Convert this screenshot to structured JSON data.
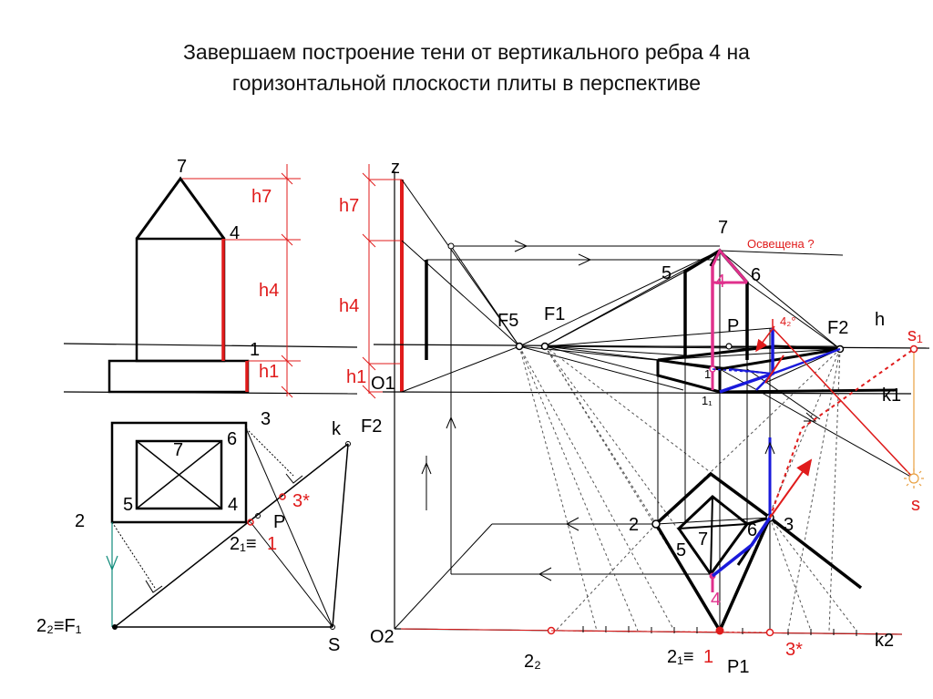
{
  "title": {
    "line1": "Завершаем построение  тени  от вертикального  ребра 4 на",
    "line2": "горизонтальной плоскости плиты в перспективе"
  },
  "colors": {
    "line": "#000000",
    "red": "#e01b1b",
    "blue": "#1a1adb",
    "magenta": "#e0308c",
    "teal": "#0f8a7a",
    "orange": "#e8a040"
  },
  "labels": {
    "front_7": "7",
    "front_4": "4",
    "front_1": "1",
    "front_h7": "h7",
    "front_h4": "h4",
    "front_h1": "h1",
    "plan_3": "3",
    "plan_k": "k",
    "plan_F2": "F2",
    "plan_6": "6",
    "plan_7": "7",
    "plan_5": "5",
    "plan_4": "4",
    "plan_2": "2",
    "plan_3s": "3*",
    "plan_P": "P",
    "plan_21": "2₁≡",
    "plan_21_one": "1",
    "plan_22": "2₂≡F₁",
    "plan_S": "S",
    "side_z": "z",
    "side_h7": "h7",
    "side_h4": "h4",
    "side_h1": "h1",
    "side_O1": "O1",
    "side_O2": "O2",
    "persp_F5": "F5",
    "persp_F1": "F1",
    "persp_F2": "F2",
    "persp_h": "h",
    "persp_s1": "s₁",
    "persp_s": "s",
    "persp_k1": "k1",
    "persp_k2": "k2",
    "persp_7": "7",
    "persp_5": "5",
    "persp_6": "6",
    "persp_4": "4",
    "persp_P": "P",
    "persp_1": "1",
    "persp_11": "1₁",
    "persp_42": "4₂°",
    "persp_lit": "Освещена ?",
    "base_2": "2",
    "base_5": "5",
    "base_7": "7",
    "base_6": "6",
    "base_3": "3",
    "base_4": "4",
    "bottom_22": "2₂",
    "bottom_21": "2₁≡",
    "bottom_21_one": "1",
    "bottom_P1": "P1",
    "bottom_3s": "3*"
  }
}
